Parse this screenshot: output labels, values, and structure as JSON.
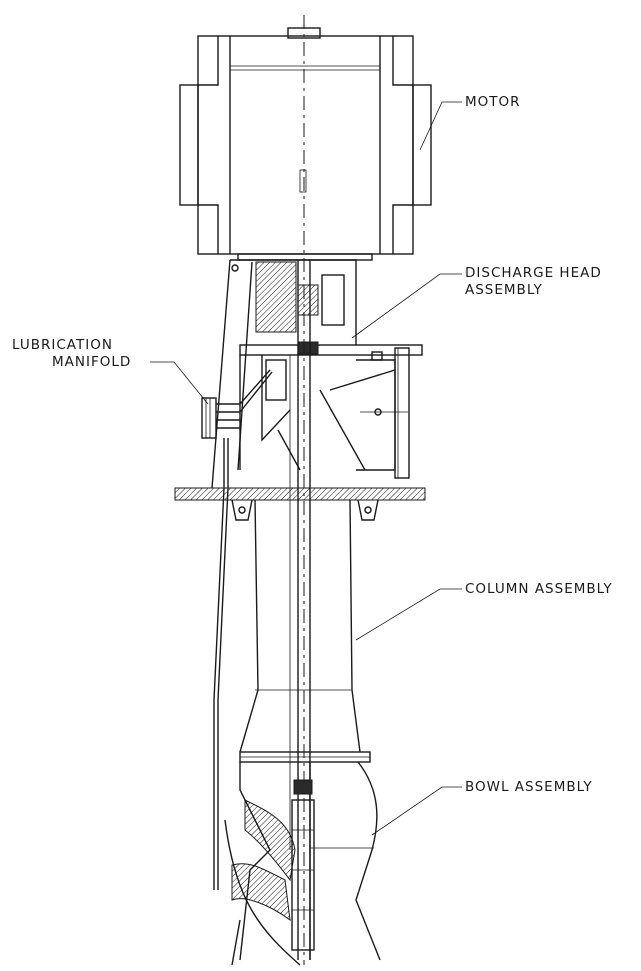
{
  "labels": {
    "motor": "MOTOR",
    "discharge_head_line1": "DISCHARGE HEAD",
    "discharge_head_line2": "ASSEMBLY",
    "lubrication_line1": "LUBRICATION",
    "lubrication_line2": "MANIFOLD",
    "column": "COLUMN ASSEMBLY",
    "bowl": "BOWL ASSEMBLY"
  }
}
